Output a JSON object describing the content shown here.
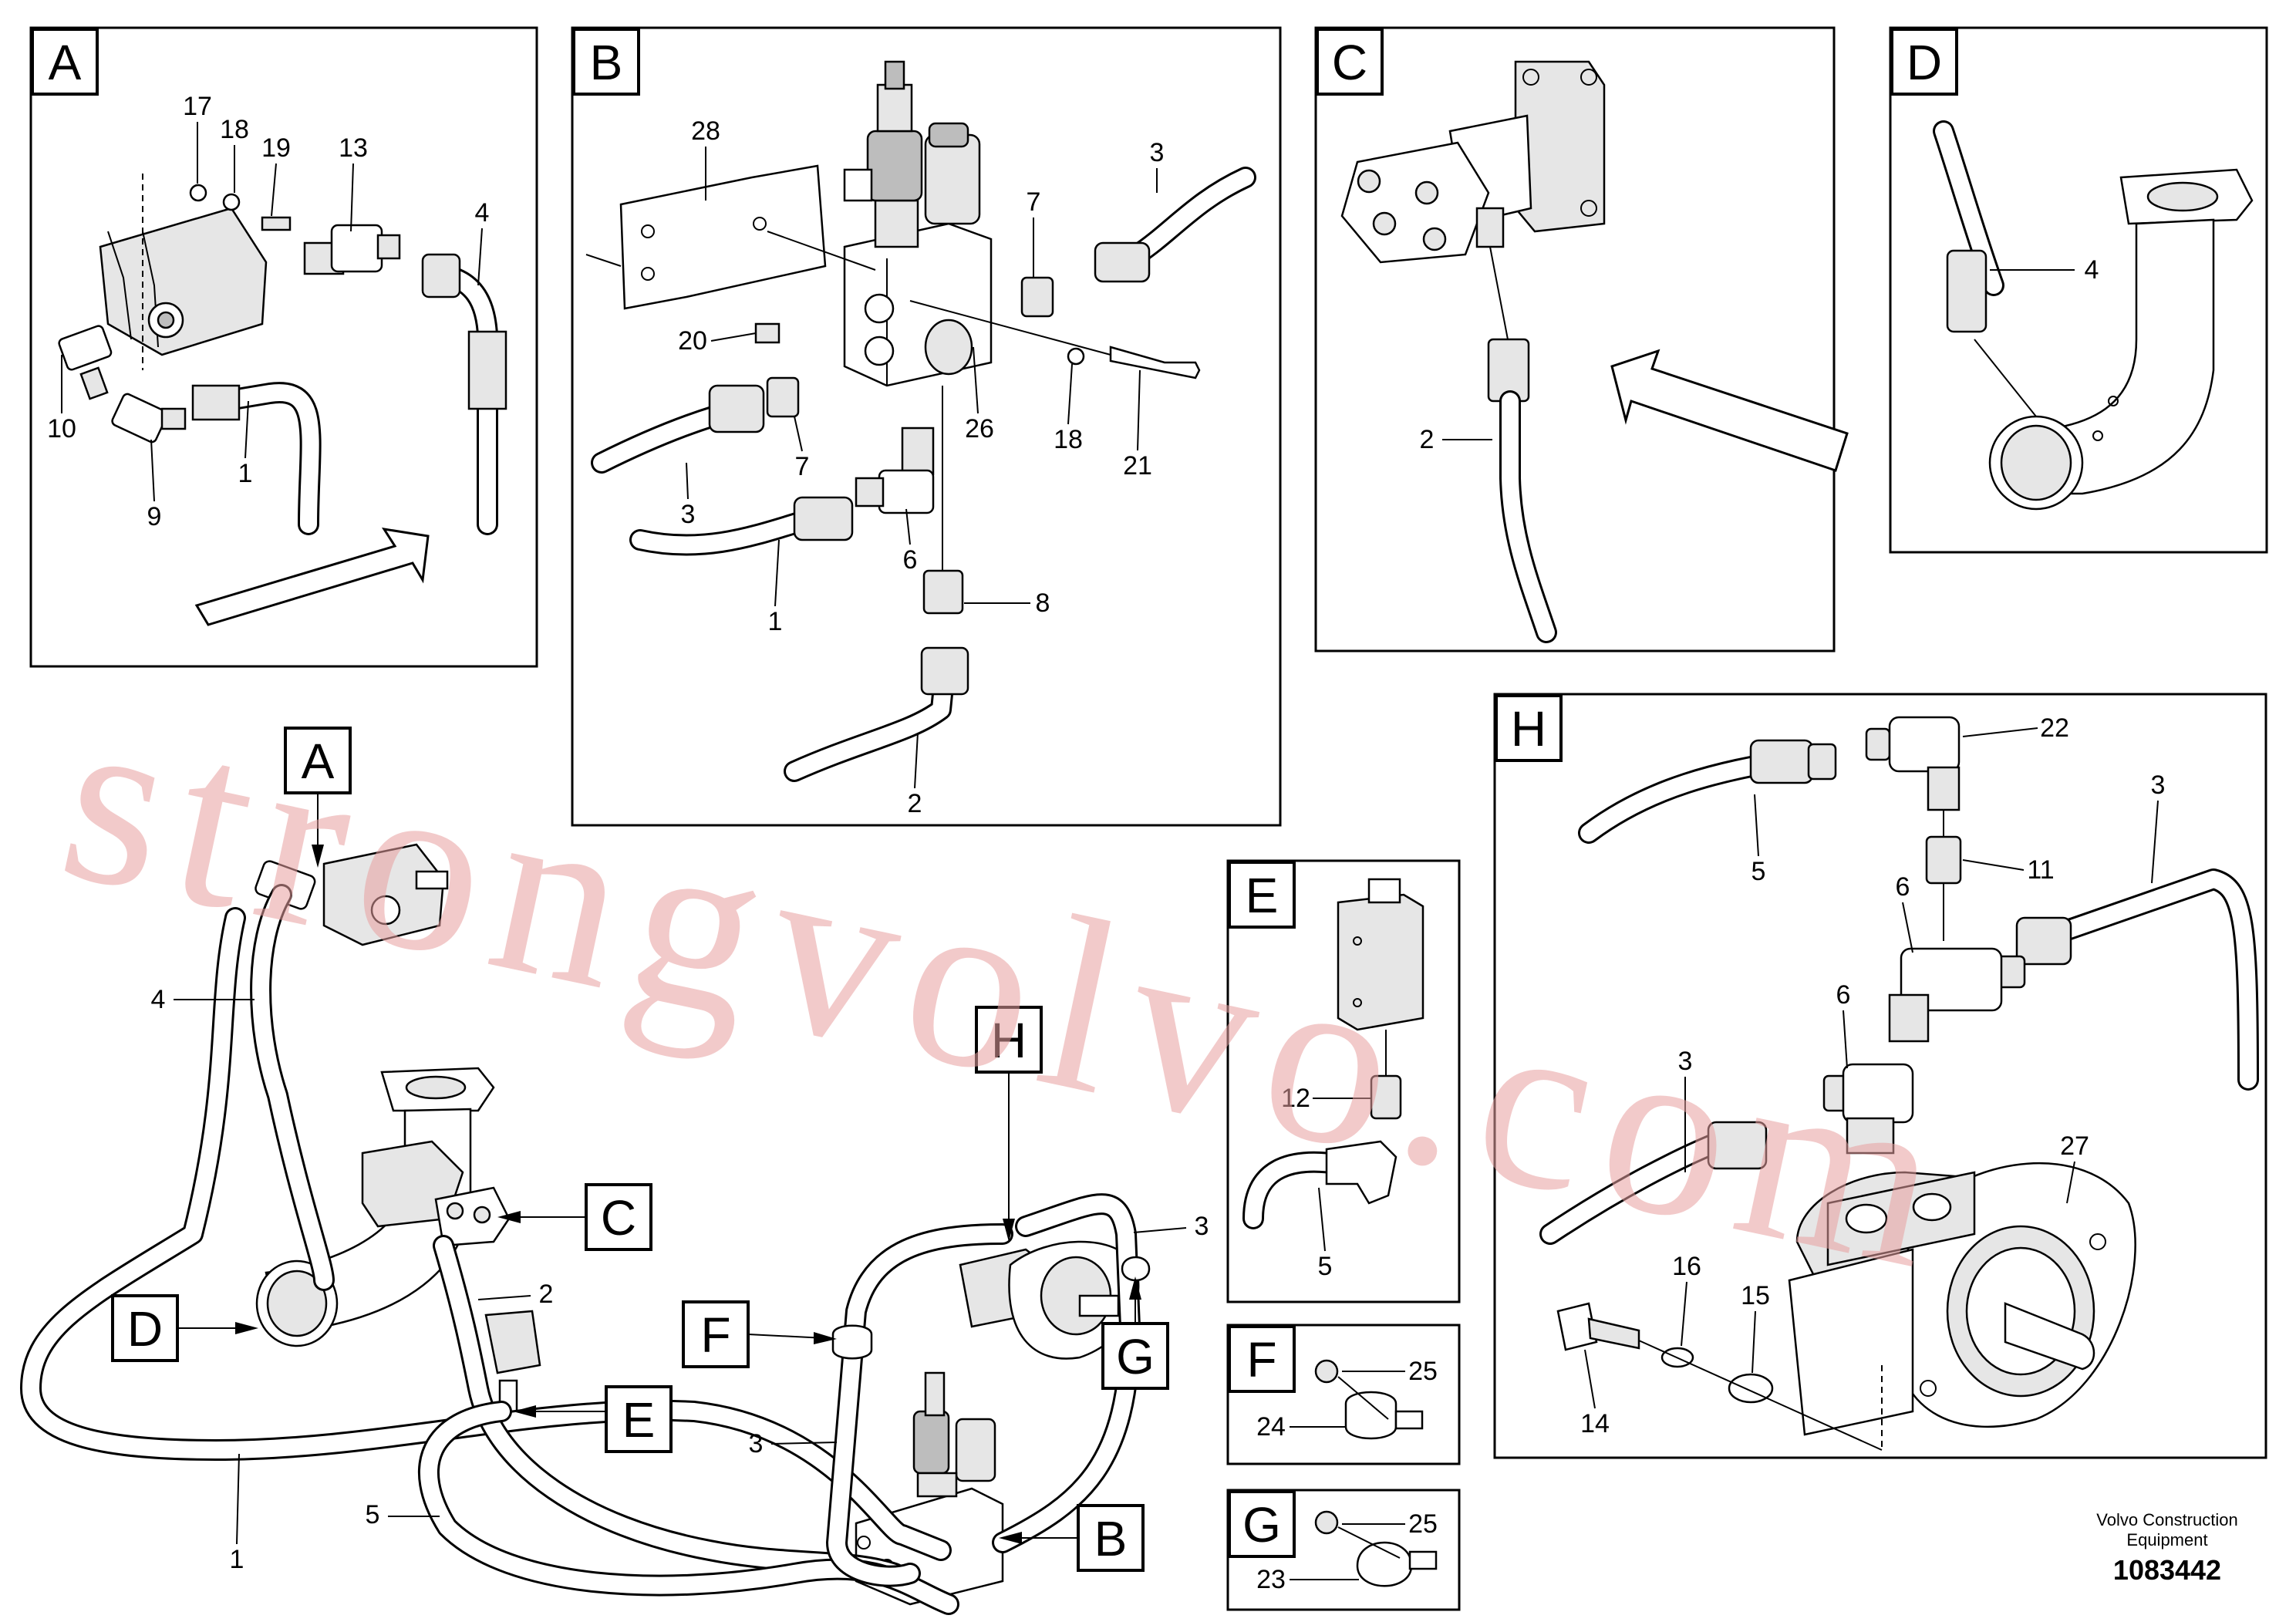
{
  "detail_labels": {
    "A": "A",
    "B": "B",
    "C": "C",
    "D": "D",
    "E": "E",
    "F": "F",
    "G": "G",
    "H": "H"
  },
  "callouts": {
    "A": [
      "17",
      "18",
      "19",
      "13",
      "4",
      "10",
      "9",
      "1"
    ],
    "B": [
      "28",
      "3",
      "7",
      "20",
      "26",
      "18",
      "21",
      "7",
      "3",
      "6",
      "1",
      "8",
      "2"
    ],
    "C": [
      "2"
    ],
    "D": [
      "4"
    ],
    "E": [
      "12",
      "5"
    ],
    "F": [
      "25",
      "24"
    ],
    "G": [
      "25",
      "23"
    ],
    "H": [
      "22",
      "3",
      "5",
      "11",
      "6",
      "6",
      "3",
      "27",
      "16",
      "15",
      "14"
    ],
    "main": [
      "4",
      "3",
      "2",
      "1",
      "5",
      "3"
    ]
  },
  "watermark": "strongvolvo.com",
  "footer": {
    "brand_line1": "Volvo Construction",
    "brand_line2": "Equipment",
    "drawing_number": "1083442"
  }
}
